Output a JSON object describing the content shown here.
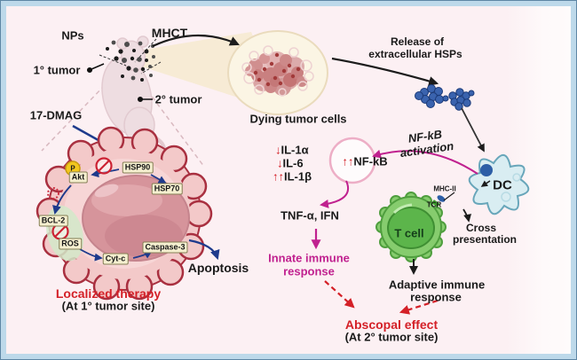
{
  "figure": {
    "background": "#FCF0F3",
    "frame_color": "#BDD9EA",
    "labels": {
      "nps": "NPs",
      "mhct": "MHCT",
      "primary_tumor": "1° tumor",
      "secondary_tumor": "2° tumor",
      "dmag": "17-DMAG",
      "dying_cells": "Dying tumor cells",
      "release_1": "Release of",
      "release_2": "extracellular HSPs"
    },
    "pathway": {
      "hsp90": "HSP90",
      "hsp70": "HSP70",
      "akt": "Akt",
      "phosphate": "P",
      "bcl2": "BCL-2",
      "ros": "ROS",
      "cytc": "Cyt-c",
      "caspase3": "Caspase-3",
      "apoptosis": "Apoptosis",
      "localized_1": "Localized therapy",
      "localized_2": "(At 1° tumor site)"
    },
    "immune": {
      "down_arrow": "↓",
      "up_arrows": "↑↑",
      "il1a": "IL-1α",
      "il6": "IL-6",
      "il1b": "IL-1β",
      "nfkb": "NF-kB",
      "activation_1": "NF-kB",
      "activation_2": "activation",
      "tnf_ifn": "TNF-α, IFN",
      "innate_1": "Innate immune",
      "innate_2": "response",
      "adaptive_1": "Adaptive immune",
      "adaptive_2": "response",
      "abscopal_1": "Abscopal effect",
      "abscopal_2": "(At 2° tumor site)",
      "dc": "DC",
      "t_cell": "T cell",
      "mhc2": "MHC-II",
      "tcr": "TCR",
      "cross_1": "Cross",
      "cross_2": "presentation"
    },
    "colors": {
      "magenta": "#C0218F",
      "red": "#D42027",
      "dark_blue": "#1E3A8C",
      "dc_fill": "#D9EDF2",
      "t_cell_fill": "#86CC6E",
      "hsp_dot": "#3A63AE",
      "tumor_ring": "#A93040"
    }
  }
}
